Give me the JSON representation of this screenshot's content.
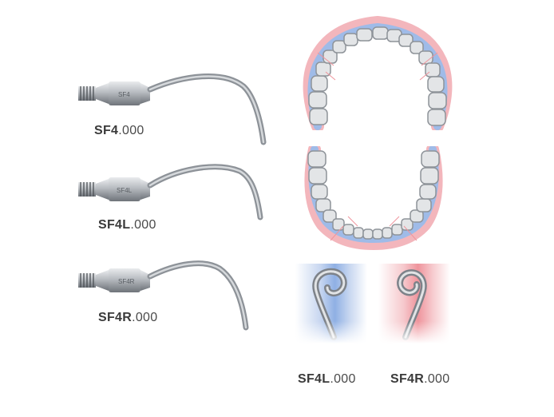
{
  "tips": [
    {
      "model_bold": "SF4",
      "model_suffix": ".000",
      "engraving": "SF4"
    },
    {
      "model_bold": "SF4L",
      "model_suffix": ".000",
      "engraving": "SF4L"
    },
    {
      "model_bold": "SF4R",
      "model_suffix": ".000",
      "engraving": "SF4R"
    }
  ],
  "side_views": [
    {
      "model_bold": "SF4L",
      "model_suffix": ".000",
      "color": "#8fb0e4"
    },
    {
      "model_bold": "SF4R",
      "model_suffix": ".000",
      "color": "#ef949c"
    }
  ],
  "colors": {
    "left_highlight": "#8fb0e4",
    "right_highlight": "#ef949c",
    "metal": "#a9adb2",
    "label_text": "#4a4a4a"
  }
}
